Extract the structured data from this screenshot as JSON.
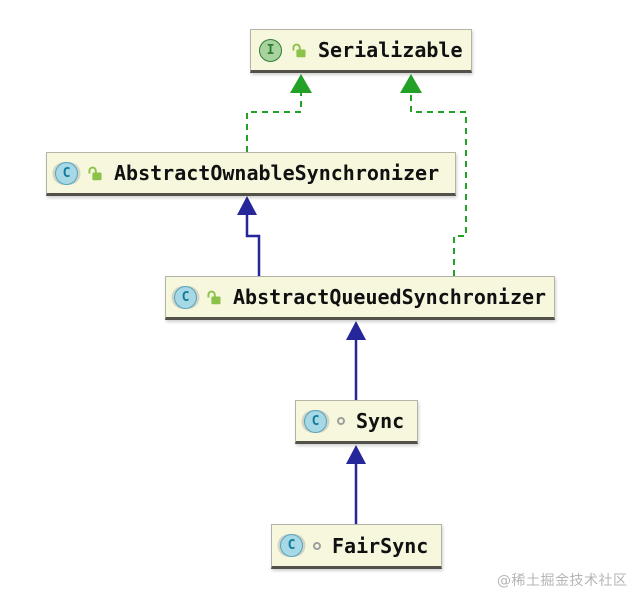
{
  "diagram": {
    "type": "uml-class-diagram",
    "nodes": [
      {
        "id": "serializable",
        "label": "Serializable",
        "kind": "interface",
        "icon": "interface-icon",
        "icon_letter": "I",
        "modifier_icon": "unlocked-padlock-icon"
      },
      {
        "id": "aos",
        "label": "AbstractOwnableSynchronizer",
        "kind": "class",
        "icon": "class-icon",
        "icon_letter": "C",
        "modifier_icon": "unlocked-padlock-icon"
      },
      {
        "id": "aqs",
        "label": "AbstractQueuedSynchronizer",
        "kind": "class",
        "icon": "class-icon",
        "icon_letter": "C",
        "modifier_icon": "unlocked-padlock-icon"
      },
      {
        "id": "sync",
        "label": "Sync",
        "kind": "class",
        "icon": "class-icon",
        "icon_letter": "C",
        "modifier_icon": "package-private-icon"
      },
      {
        "id": "fairsync",
        "label": "FairSync",
        "kind": "class",
        "icon": "class-icon",
        "icon_letter": "C",
        "modifier_icon": "package-private-icon"
      }
    ],
    "edges": [
      {
        "from": "AbstractOwnableSynchronizer",
        "to": "Serializable",
        "type": "implements",
        "style": "dashed-green"
      },
      {
        "from": "AbstractQueuedSynchronizer",
        "to": "Serializable",
        "type": "implements",
        "style": "dashed-green"
      },
      {
        "from": "AbstractQueuedSynchronizer",
        "to": "AbstractOwnableSynchronizer",
        "type": "extends",
        "style": "solid-blue"
      },
      {
        "from": "Sync",
        "to": "AbstractQueuedSynchronizer",
        "type": "extends",
        "style": "solid-blue"
      },
      {
        "from": "FairSync",
        "to": "Sync",
        "type": "extends",
        "style": "solid-blue"
      }
    ],
    "colors": {
      "node_bg": "#f7f7de",
      "node_border": "#b4b4a6",
      "node_bottom": "#52524a",
      "text": "#111111",
      "implements_edge": "#23a127",
      "extends_edge": "#26269b",
      "interface_icon_bg": "#a9d39e",
      "interface_icon_fg": "#2e7d32",
      "class_icon_bg": "#a7d8e6",
      "class_icon_fg": "#117a99",
      "lock": "#8bc34a",
      "visibility_dot": "#9e9e9e",
      "watermark": "#b5b5b5"
    },
    "watermark": "@稀土掘金技术社区"
  }
}
